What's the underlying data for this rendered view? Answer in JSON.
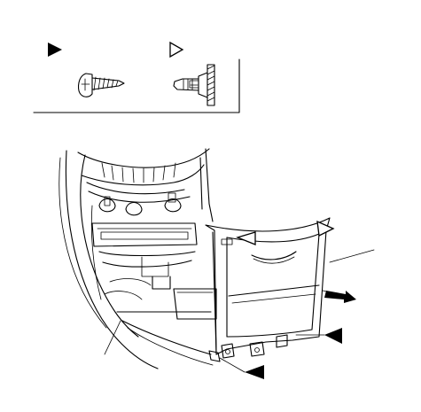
{
  "legend": {
    "items": [
      {
        "marker": "filled-triangle",
        "part": "screw-icon"
      },
      {
        "marker": "hollow-triangle",
        "part": "clip-icon"
      }
    ]
  },
  "callouts": [
    {
      "marker": "hollow-triangle",
      "target": "upper-left-clip"
    },
    {
      "marker": "hollow-triangle",
      "target": "upper-right-clip"
    },
    {
      "marker": "filled-triangle",
      "target": "right-screw"
    },
    {
      "marker": "filled-triangle",
      "target": "bottom-screw"
    },
    {
      "marker": "removal-arrow",
      "target": "panel-pull-direction"
    }
  ],
  "colors": {
    "ink": "#000000",
    "paper": "#ffffff"
  }
}
